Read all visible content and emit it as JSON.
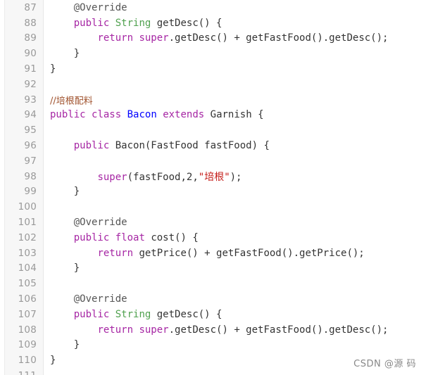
{
  "lines": [
    {
      "n": "87",
      "tokens": [
        {
          "t": "    ",
          "c": "plain"
        },
        {
          "t": "@Override",
          "c": "anno"
        }
      ]
    },
    {
      "n": "88",
      "tokens": [
        {
          "t": "    ",
          "c": "plain"
        },
        {
          "t": "public",
          "c": "kw"
        },
        {
          "t": " ",
          "c": "plain"
        },
        {
          "t": "String",
          "c": "type"
        },
        {
          "t": " getDesc() {",
          "c": "plain"
        }
      ]
    },
    {
      "n": "89",
      "tokens": [
        {
          "t": "        ",
          "c": "plain"
        },
        {
          "t": "return",
          "c": "kw"
        },
        {
          "t": " ",
          "c": "plain"
        },
        {
          "t": "super",
          "c": "kw"
        },
        {
          "t": ".getDesc() + getFastFood().getDesc();",
          "c": "plain"
        }
      ]
    },
    {
      "n": "90",
      "tokens": [
        {
          "t": "    }",
          "c": "plain"
        }
      ]
    },
    {
      "n": "91",
      "tokens": [
        {
          "t": "}",
          "c": "plain"
        }
      ]
    },
    {
      "n": "92",
      "tokens": []
    },
    {
      "n": "93",
      "tokens": [
        {
          "t": "//培根配料",
          "c": "comment"
        }
      ]
    },
    {
      "n": "94",
      "tokens": [
        {
          "t": "public",
          "c": "kw"
        },
        {
          "t": " ",
          "c": "plain"
        },
        {
          "t": "class",
          "c": "kw"
        },
        {
          "t": " ",
          "c": "plain"
        },
        {
          "t": "Bacon",
          "c": "class"
        },
        {
          "t": " ",
          "c": "plain"
        },
        {
          "t": "extends",
          "c": "kw"
        },
        {
          "t": " Garnish {",
          "c": "plain"
        }
      ]
    },
    {
      "n": "95",
      "tokens": []
    },
    {
      "n": "96",
      "tokens": [
        {
          "t": "    ",
          "c": "plain"
        },
        {
          "t": "public",
          "c": "kw"
        },
        {
          "t": " Bacon(FastFood fastFood) {",
          "c": "plain"
        }
      ]
    },
    {
      "n": "97",
      "tokens": []
    },
    {
      "n": "98",
      "tokens": [
        {
          "t": "        ",
          "c": "plain"
        },
        {
          "t": "super",
          "c": "kw"
        },
        {
          "t": "(fastFood,",
          "c": "plain"
        },
        {
          "t": "2",
          "c": "num"
        },
        {
          "t": ",",
          "c": "plain"
        },
        {
          "t": "\"培根\"",
          "c": "str"
        },
        {
          "t": ");",
          "c": "plain"
        }
      ]
    },
    {
      "n": "99",
      "tokens": [
        {
          "t": "    }",
          "c": "plain"
        }
      ]
    },
    {
      "n": "100",
      "tokens": []
    },
    {
      "n": "101",
      "tokens": [
        {
          "t": "    ",
          "c": "plain"
        },
        {
          "t": "@Override",
          "c": "anno"
        }
      ]
    },
    {
      "n": "102",
      "tokens": [
        {
          "t": "    ",
          "c": "plain"
        },
        {
          "t": "public",
          "c": "kw"
        },
        {
          "t": " ",
          "c": "plain"
        },
        {
          "t": "float",
          "c": "kw"
        },
        {
          "t": " cost() {",
          "c": "plain"
        }
      ]
    },
    {
      "n": "103",
      "tokens": [
        {
          "t": "        ",
          "c": "plain"
        },
        {
          "t": "return",
          "c": "kw"
        },
        {
          "t": " getPrice() + getFastFood().getPrice();",
          "c": "plain"
        }
      ]
    },
    {
      "n": "104",
      "tokens": [
        {
          "t": "    }",
          "c": "plain"
        }
      ]
    },
    {
      "n": "105",
      "tokens": []
    },
    {
      "n": "106",
      "tokens": [
        {
          "t": "    ",
          "c": "plain"
        },
        {
          "t": "@Override",
          "c": "anno"
        }
      ]
    },
    {
      "n": "107",
      "tokens": [
        {
          "t": "    ",
          "c": "plain"
        },
        {
          "t": "public",
          "c": "kw"
        },
        {
          "t": " ",
          "c": "plain"
        },
        {
          "t": "String",
          "c": "type"
        },
        {
          "t": " getDesc() {",
          "c": "plain"
        }
      ]
    },
    {
      "n": "108",
      "tokens": [
        {
          "t": "        ",
          "c": "plain"
        },
        {
          "t": "return",
          "c": "kw"
        },
        {
          "t": " ",
          "c": "plain"
        },
        {
          "t": "super",
          "c": "kw"
        },
        {
          "t": ".getDesc() + getFastFood().getDesc();",
          "c": "plain"
        }
      ]
    },
    {
      "n": "109",
      "tokens": [
        {
          "t": "    }",
          "c": "plain"
        }
      ]
    },
    {
      "n": "110",
      "tokens": [
        {
          "t": "}",
          "c": "plain"
        }
      ]
    },
    {
      "n": "111",
      "tokens": []
    }
  ],
  "watermark": "CSDN @源 码"
}
